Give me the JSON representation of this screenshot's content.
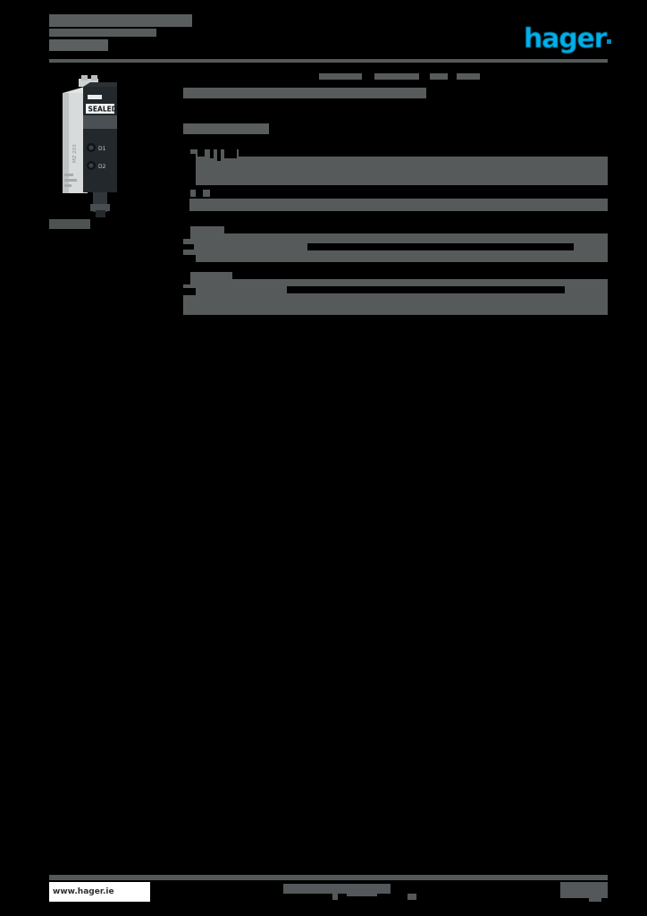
{
  "document": {
    "background_color": "#000000",
    "redaction_color": "#575a5b",
    "brand_color": "#00b0ea"
  },
  "header": {
    "title_line_1": "",
    "title_line_2": "",
    "title_line_3": "",
    "logo_text": "hager",
    "logo_trademark": "",
    "rule": ""
  },
  "product_figure": {
    "alt_name": "sealed-module-product-photo",
    "label_text": "SEALED",
    "caption": ""
  },
  "main": {
    "doc_title": "",
    "doc_subtitle": "",
    "tables": [
      {
        "name": "table-block-1",
        "rows": [
          {
            "label": "",
            "value": ""
          },
          {
            "label": "",
            "value": ""
          },
          {
            "label": "",
            "value": ""
          }
        ]
      },
      {
        "name": "table-block-2",
        "rows": [
          {
            "label": "",
            "value": ""
          },
          {
            "label": "",
            "value": ""
          }
        ]
      },
      {
        "name": "table-block-3",
        "rows": [
          {
            "label": "",
            "value": ""
          },
          {
            "label": "",
            "value": ""
          },
          {
            "label": "",
            "value": ""
          }
        ]
      }
    ]
  },
  "footer": {
    "url": "www.hager.ie",
    "center_text": "",
    "center_text_2": "",
    "right_text": "",
    "right_text_2": ""
  }
}
